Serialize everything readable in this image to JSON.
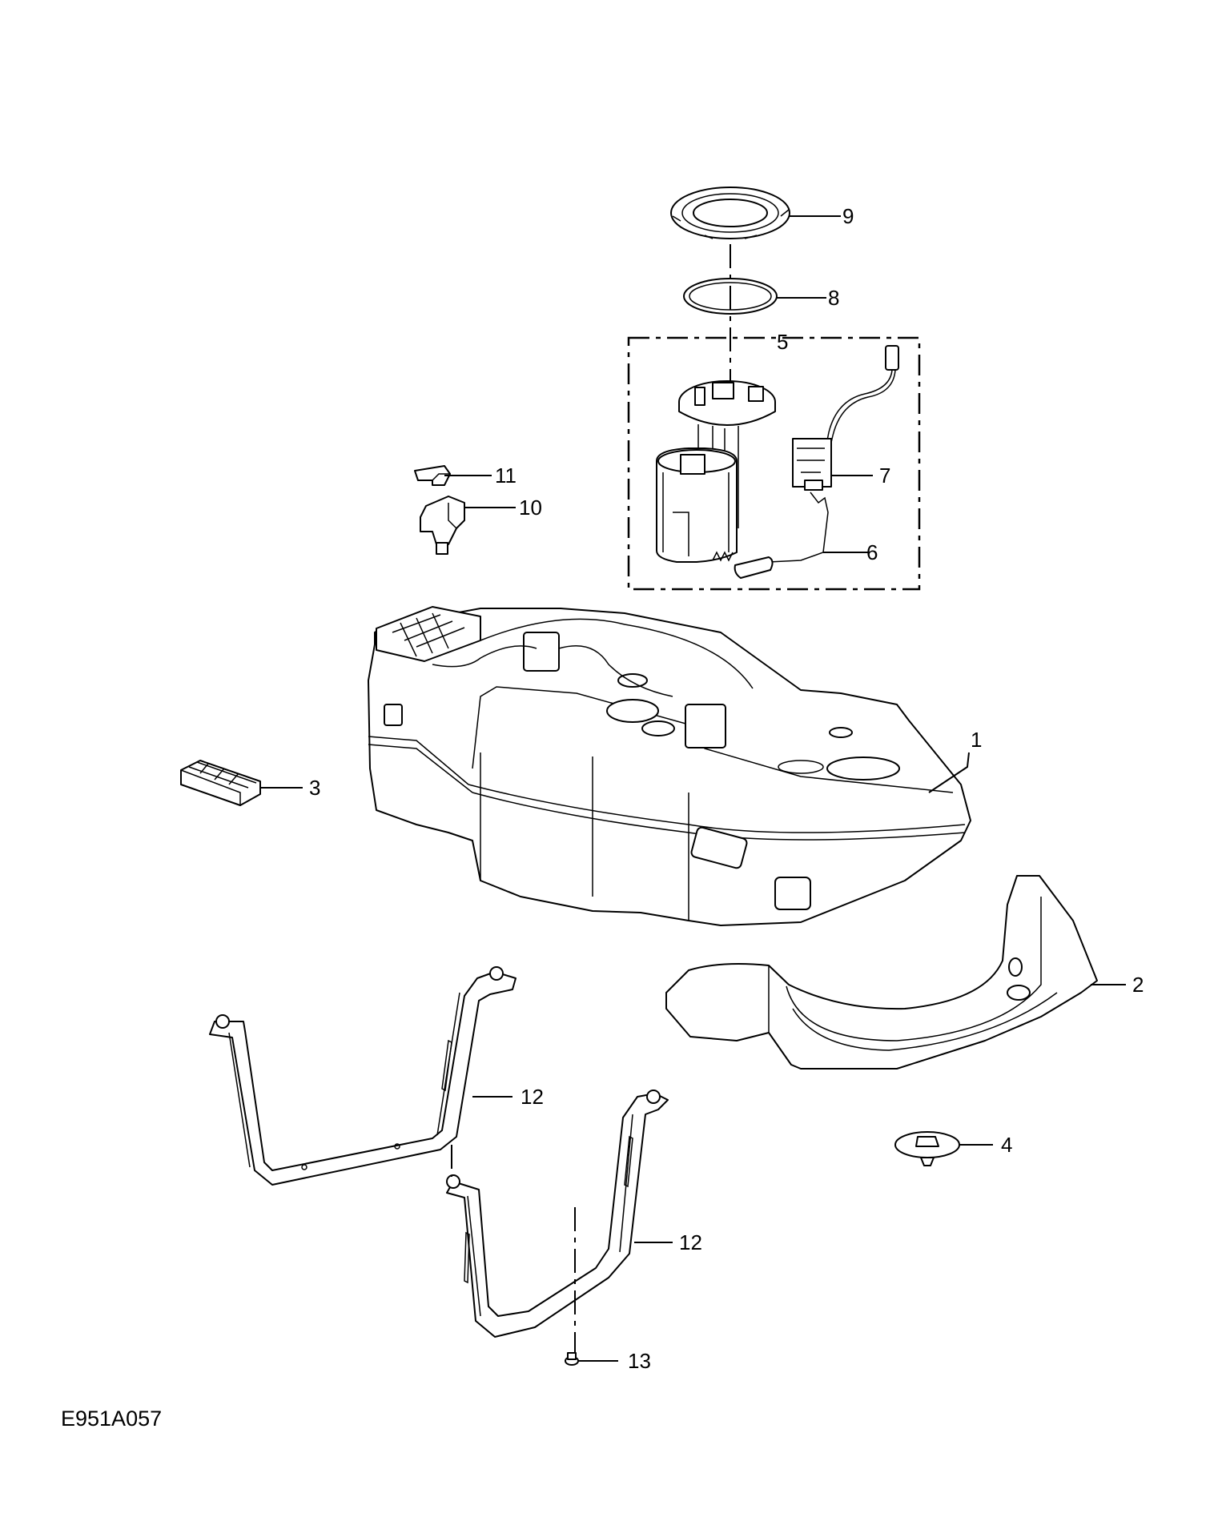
{
  "diagram": {
    "callouts": [
      {
        "id": "1",
        "label": "1"
      },
      {
        "id": "2",
        "label": "2"
      },
      {
        "id": "3",
        "label": "3"
      },
      {
        "id": "4",
        "label": "4"
      },
      {
        "id": "5",
        "label": "5"
      },
      {
        "id": "6",
        "label": "6"
      },
      {
        "id": "7",
        "label": "7"
      },
      {
        "id": "8",
        "label": "8"
      },
      {
        "id": "9",
        "label": "9"
      },
      {
        "id": "10",
        "label": "10"
      },
      {
        "id": "11",
        "label": "11"
      },
      {
        "id": "12a",
        "label": "12"
      },
      {
        "id": "12b",
        "label": "12"
      },
      {
        "id": "13",
        "label": "13"
      }
    ],
    "figure_code": "E951A057"
  },
  "colors": {
    "line": "#000000",
    "fill": "#ffffff"
  }
}
